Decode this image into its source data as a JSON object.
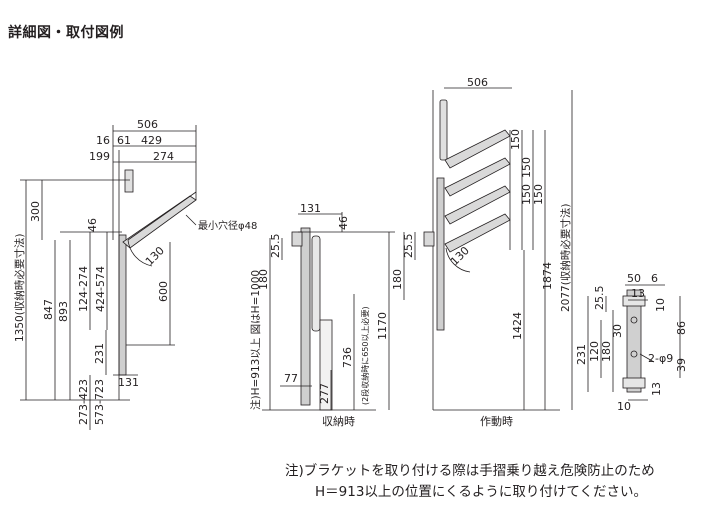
{
  "title": "詳細図・取付図例",
  "figure1": {
    "top_width": "506",
    "top_parts": [
      "16",
      "61",
      "429"
    ],
    "second_row": [
      "199",
      "274"
    ],
    "left_total": "1350(収納時必要寸法)",
    "left_300": "300",
    "left_847": "847",
    "left_893": "893",
    "left_124": "124-274",
    "left_424": "424-574",
    "dim_46": "46",
    "dim_231": "231",
    "dim_600": "600",
    "dim_r130": "130",
    "dim_131": "131",
    "bottom_273": "273-423",
    "bottom_573": "573-723",
    "hole_label": "最小穴径φ48"
  },
  "figure2": {
    "dim_131": "131",
    "dim_46": "46",
    "dim_25": "25.5",
    "dim_180": "180",
    "note_h": "注)H=913以上 図はH=1000",
    "dim_1170": "1170",
    "dim_736": "736",
    "dim_277": "277",
    "dim_77": "77",
    "side_note": "(2段収納時に650以上必要)",
    "caption": "収納時"
  },
  "figure3": {
    "dim_506": "506",
    "stack": [
      "150",
      "150",
      "150",
      "150"
    ],
    "dim_25": "25.5",
    "dim_180": "180",
    "dim_r130": "130",
    "dim_1424": "1424",
    "dim_1874": "1874",
    "dim_2077": "2077(収納時必要寸法)",
    "caption": "作動時"
  },
  "figure4": {
    "top": [
      "50",
      "6"
    ],
    "dim_13": "13",
    "dim_10": "10",
    "dim_25": "25.5",
    "dim_86": "86",
    "dim_231": "231",
    "dim_120": "120",
    "dim_180": "180",
    "dim_30": "30",
    "dim_hole": "2-φ9",
    "dim_39": "39",
    "dim_13b": "13",
    "dim_10b": "10"
  },
  "footnote": {
    "line1": "注)ブラケットを取り付ける際は手摺乗り越え危険防止のため",
    "line2": "H＝913以上の位置にくるように取り付けてください。"
  }
}
